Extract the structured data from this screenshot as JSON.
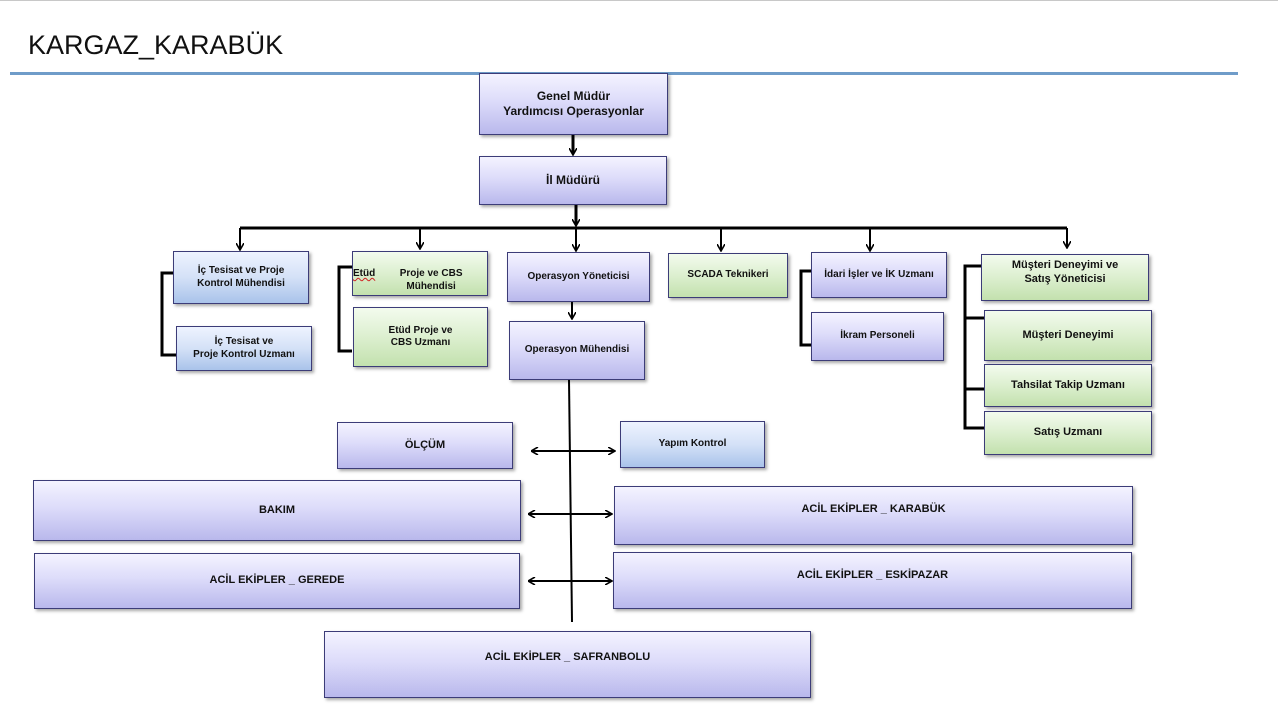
{
  "title": "KARGAZ_KARABÜK",
  "boxes": {
    "genel_mudur": "Genel Müdür\nYardımcısı Operasyonlar",
    "il_muduru": "İl Müdürü",
    "ic_tesisat_muhendisi": "İç Tesisat ve Proje\nKontrol Mühendisi",
    "ic_tesisat_uzmani": "İç Tesisat ve\nProje Kontrol Uzmanı",
    "etud_muhendisi_word": "Etüd",
    "etud_muhendisi_rest": " Proje ve CBS Mühendisi",
    "etud_uzmani": "Etüd Proje ve\nCBS Uzmanı",
    "operasyon_yoneticisi": "Operasyon Yöneticisi",
    "operasyon_muhendisi": "Operasyon Mühendisi",
    "scada": "SCADA Teknikeri",
    "idari_isler": "İdari İşler  ve İK Uzmanı",
    "ikram": "İkram Personeli",
    "musteri_yoneticisi": "Müşteri Deneyimi ve\nSatış Yöneticisi",
    "musteri_deneyimi": "Müşteri Deneyimi",
    "tahsilat": "Tahsilat Takip Uzmanı",
    "satis_uzmani": "Satış Uzmanı",
    "olcum": "ÖLÇÜM",
    "yapim_kontrol": "Yapım Kontrol",
    "bakim": "BAKIM",
    "acil_karabuk": "ACİL EKİPLER _ KARABÜK",
    "acil_gerede": "ACİL EKİPLER _ GEREDE",
    "acil_eskipazar": "ACİL EKİPLER _ ESKİPAZAR",
    "acil_safranbolu": "ACİL EKİPLER _ SAFRANBOLU"
  }
}
